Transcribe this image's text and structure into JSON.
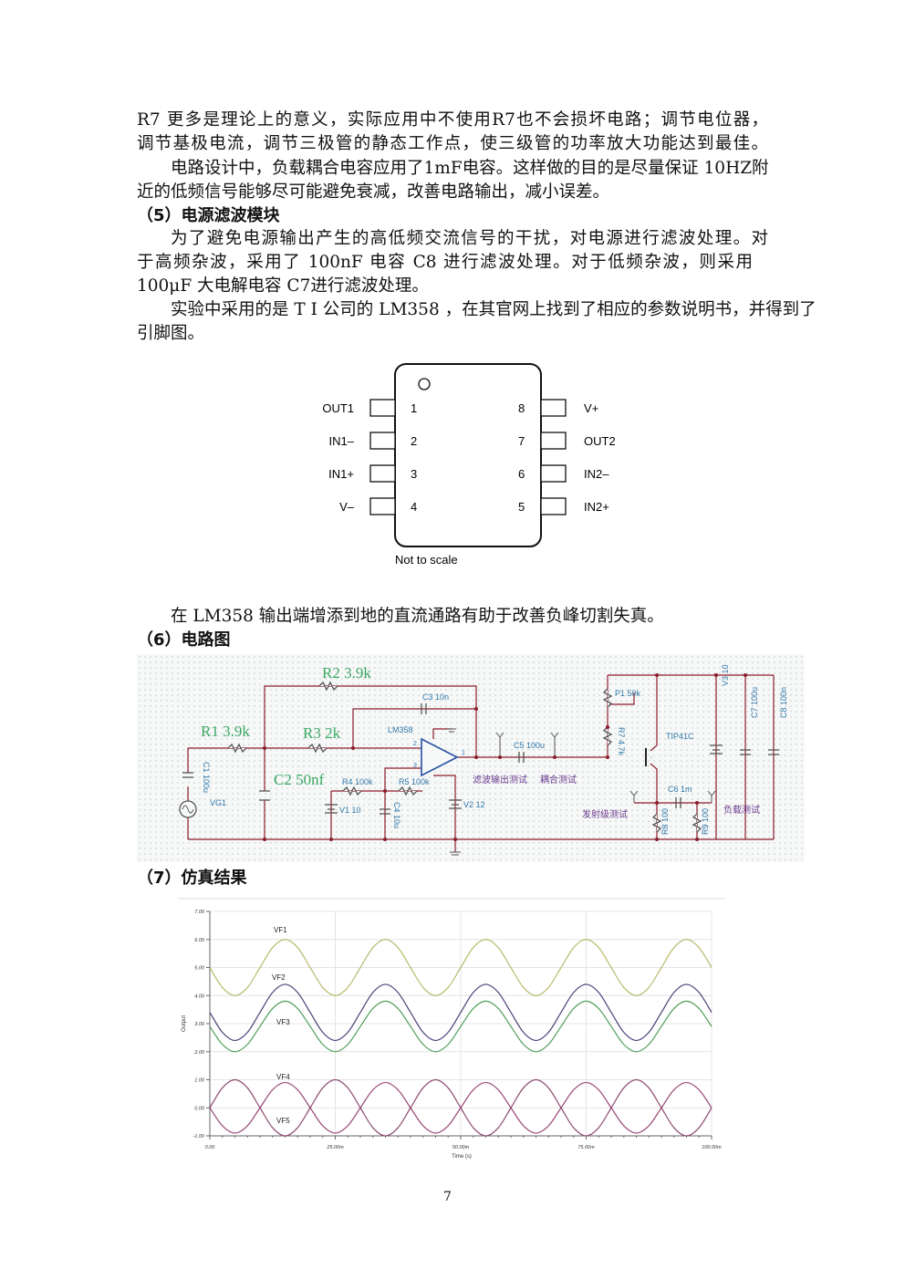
{
  "paragraphs": {
    "p1": [
      "R7 更多是理论上的意义，实际应用中不使用R7也不会损坏电路；调节电位器，",
      "调节基极电流，调节三极管的静态工作点，使三级管的功率放大功能达到最佳。"
    ],
    "p2": [
      "电路设计中，负载耦合电容应用了1mF电容。这样做的目的是尽量保证 10HZ附",
      "近的低频信号能够尽可能避免衰减，改善电路输出，减小误差。"
    ],
    "h5": "（5）电源滤波模块",
    "p3": [
      "为了避免电源输出产生的高低频交流信号的干扰，对电源进行滤波处理。对",
      "于高频杂波，采用了  100nF  电容  C8  进行滤波处理。对于低频杂波，则采用",
      "100μF  大电解电容  C7进行滤波处理。"
    ],
    "p4": [
      "实验中采用的是 T I 公司的 LM358 ，在其官网上找到了相应的参数说明书，并得到了",
      "引脚图。"
    ],
    "p5": "在 LM358  输出端增添到地的直流通路有助于改善负峰切割失真。",
    "h6": "（6）电路图",
    "h7": "（7）仿真结果"
  },
  "pinout": {
    "left_pins": [
      {
        "num": "1",
        "name": "OUT1"
      },
      {
        "num": "2",
        "name": "IN1–"
      },
      {
        "num": "3",
        "name": "IN1+"
      },
      {
        "num": "4",
        "name": "V–"
      }
    ],
    "right_pins": [
      {
        "num": "8",
        "name": "V+"
      },
      {
        "num": "7",
        "name": "OUT2"
      },
      {
        "num": "6",
        "name": "IN2–"
      },
      {
        "num": "5",
        "name": "IN2+"
      }
    ],
    "note": "Not to scale"
  },
  "circuit": {
    "labels": {
      "r2": "R2 3.9k",
      "r1": "R1 3.9k",
      "r3": "R3 2k",
      "c2": "C2 50nf",
      "c3": "C3 10n",
      "lm358": "LM358",
      "c1": "C1 100u",
      "vg1": "VG1",
      "r4": "R4 100k",
      "r5": "R5 100k",
      "v1": "V1 10",
      "c4": "C4 10u",
      "v2": "V2 12",
      "c5": "C5 100u",
      "filter_test": "滤波输出测试",
      "coupling_test": "耦合测试",
      "p1": "P1 50k",
      "r7": "R7 4.7k",
      "tip41c": "TIP41C",
      "v3": "V3 10",
      "c7": "C7 100u",
      "c8": "C8 100n",
      "c6": "C6 1m",
      "emitter_test": "发射级测试",
      "r8": "R8 100",
      "r9": "R9 100",
      "load_test": "负载测试",
      "pin1": "1",
      "pin2": "2",
      "pin3": "3"
    },
    "colors": {
      "wire": "#8b1c2c",
      "component_label": "#2f78a8",
      "big_label": "#3aa864",
      "test_label": "#6a3d8f"
    }
  },
  "chart_data": {
    "type": "line",
    "xlabel": "Time (s)",
    "ylabel": "Output",
    "xlim": [
      0,
      0.1
    ],
    "ylim": [
      -1,
      7
    ],
    "x_ticks": [
      0,
      0.025,
      0.05,
      0.075,
      0.1
    ],
    "x_tick_labels": [
      "0.00",
      "25.00m",
      "50.00m",
      "75.00m",
      "100.00m"
    ],
    "y_ticks": [
      -1,
      0,
      1,
      2,
      3,
      4,
      5,
      6,
      7
    ],
    "y_tick_labels": [
      "-1.00",
      "0.00",
      "1.00",
      "2.00",
      "3.00",
      "4.00",
      "5.00",
      "6.00",
      "7.00"
    ],
    "grid": true,
    "x": [
      0,
      0.0025,
      0.005,
      0.0075,
      0.01,
      0.0125,
      0.015,
      0.0175,
      0.02,
      0.0225,
      0.025,
      0.0275,
      0.03,
      0.0325,
      0.035,
      0.0375,
      0.04,
      0.0425,
      0.045,
      0.0475,
      0.05,
      0.0525,
      0.055,
      0.0575,
      0.06,
      0.0625,
      0.065,
      0.0675,
      0.07,
      0.0725,
      0.075,
      0.0775,
      0.08,
      0.0825,
      0.085,
      0.0875,
      0.09,
      0.0925,
      0.095,
      0.0975,
      0.1
    ],
    "series": [
      {
        "name": "VF1",
        "color": "#b8ba6c",
        "values": [
          5,
          4.29,
          4,
          4.29,
          5,
          5.71,
          6,
          5.71,
          5,
          4.29,
          4,
          4.29,
          5,
          5.71,
          6,
          5.71,
          5,
          4.29,
          4,
          4.29,
          5,
          5.71,
          6,
          5.71,
          5,
          4.29,
          4,
          4.29,
          5,
          5.71,
          6,
          5.71,
          5,
          4.29,
          4,
          4.29,
          5,
          5.71,
          6,
          5.71,
          5
        ]
      },
      {
        "name": "VF2",
        "color": "#4a3f78",
        "values": [
          3.4,
          2.69,
          2.4,
          2.69,
          3.4,
          4.11,
          4.4,
          4.11,
          3.4,
          2.69,
          2.4,
          2.69,
          3.4,
          4.11,
          4.4,
          4.11,
          3.4,
          2.69,
          2.4,
          2.69,
          3.4,
          4.11,
          4.4,
          4.11,
          3.4,
          2.69,
          2.4,
          2.69,
          3.4,
          4.11,
          4.4,
          4.11,
          3.4,
          2.69,
          2.4,
          2.69,
          3.4,
          4.11,
          4.4,
          4.11,
          3.4
        ]
      },
      {
        "name": "VF3",
        "color": "#4f9e5a",
        "values": [
          2.9,
          2.26,
          2,
          2.26,
          2.9,
          3.54,
          3.8,
          3.54,
          2.9,
          2.26,
          2,
          2.26,
          2.9,
          3.54,
          3.8,
          3.54,
          2.9,
          2.26,
          2,
          2.26,
          2.9,
          3.54,
          3.8,
          3.54,
          2.9,
          2.26,
          2,
          2.26,
          2.9,
          3.54,
          3.8,
          3.54,
          2.9,
          2.26,
          2,
          2.26,
          2.9,
          3.54,
          3.8,
          3.54,
          2.9
        ]
      },
      {
        "name": "VF4",
        "color": "#9a4a78",
        "values": [
          0,
          -0.64,
          -0.9,
          -0.64,
          0,
          0.64,
          0.9,
          0.64,
          0,
          -0.64,
          -0.9,
          -0.64,
          0,
          0.64,
          0.9,
          0.64,
          0,
          -0.64,
          -0.9,
          -0.64,
          0,
          0.64,
          0.9,
          0.64,
          0,
          -0.64,
          -0.9,
          -0.64,
          0,
          0.64,
          0.9,
          0.64,
          0,
          -0.64,
          -0.9,
          -0.64,
          0,
          0.64,
          0.9,
          0.64,
          0
        ]
      },
      {
        "name": "VF5",
        "color": "#8c4a70",
        "values": [
          0,
          0.71,
          1,
          0.71,
          0,
          -0.71,
          -1,
          -0.71,
          0,
          0.71,
          1,
          0.71,
          0,
          -0.71,
          -1,
          -0.71,
          0,
          0.71,
          1,
          0.71,
          0,
          -0.71,
          -1,
          -0.71,
          0,
          0.71,
          1,
          0.71,
          0,
          -0.71,
          -1,
          -0.71,
          0,
          0.71,
          1,
          0.71,
          0,
          -0.71,
          -1,
          -0.71,
          0
        ]
      }
    ]
  },
  "page_number": "7"
}
